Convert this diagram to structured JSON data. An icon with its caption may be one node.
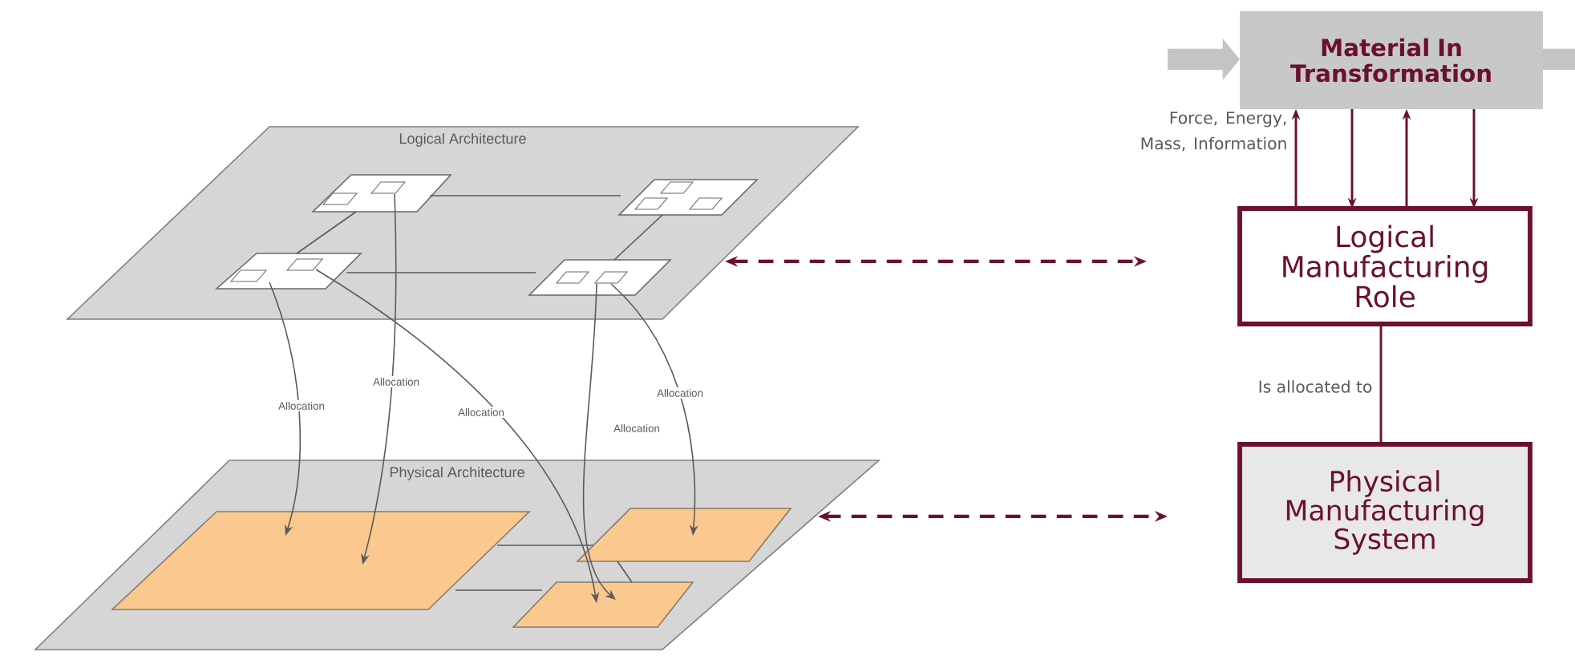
{
  "diagram": {
    "nodes": [
      {
        "text": [
          "Logical Architecture"
        ]
      },
      {
        "text": [],
        "shape": "box",
        "in": 0
      },
      {
        "text": [],
        "shape": "box",
        "in": 1
      },
      {
        "text": [],
        "shape": "box",
        "in": 1
      },
      {
        "text": [],
        "shape": "box",
        "in": 0
      },
      {
        "text": [],
        "shape": "box",
        "in": 4
      },
      {
        "text": [],
        "shape": "box",
        "in": 4
      },
      {
        "text": [],
        "shape": "box",
        "in": 4
      },
      {
        "text": [],
        "shape": "box",
        "in": 0
      },
      {
        "text": [],
        "shape": "box",
        "in": 8
      },
      {
        "text": [],
        "shape": "box",
        "in": 8
      },
      {
        "text": [],
        "shape": "box",
        "in": 0
      },
      {
        "text": [],
        "shape": "box",
        "in": 11
      },
      {
        "text": [],
        "shape": "box",
        "in": 11
      },
      {
        "text": [
          "Physical Architecture"
        ]
      },
      {
        "text": [],
        "shape": "box",
        "in": 14
      },
      {
        "text": [],
        "shape": "box",
        "in": 14
      },
      {
        "text": [],
        "shape": "box",
        "in": 14
      },
      {
        "text": [
          "Material In Transformation"
        ]
      },
      {
        "text": [
          "Logical Manufacturing Role"
        ]
      },
      {
        "text": [
          "Physical Manufacturing System"
        ]
      }
    ],
    "edges": [
      {
        "from": 1,
        "to": 4,
        "arrow": "none"
      },
      {
        "from": 1,
        "to": 8,
        "arrow": "none"
      },
      {
        "from": 8,
        "to": 11,
        "arrow": "none"
      },
      {
        "from": 4,
        "to": 11,
        "arrow": "none"
      },
      {
        "from": 9,
        "to": 15,
        "arrow": "to",
        "label": "Allocation"
      },
      {
        "from": 3,
        "to": 15,
        "arrow": "to",
        "label": "Allocation"
      },
      {
        "from": 10,
        "to": 17,
        "arrow": "to",
        "label": "Allocation"
      },
      {
        "from": 12,
        "to": 17,
        "arrow": "to",
        "label": "Allocation"
      },
      {
        "from": 13,
        "to": 16,
        "arrow": "to",
        "label": "Allocation"
      },
      {
        "from": 15,
        "to": 16,
        "arrow": "none"
      },
      {
        "from": 15,
        "to": 17,
        "arrow": "none"
      },
      {
        "from": 16,
        "to": 17,
        "arrow": "none"
      },
      {
        "from": null,
        "to": 18,
        "arrow": "to",
        "style": "thick",
        "color": "#c4c4c4"
      },
      {
        "from": 18,
        "to": null,
        "arrow": "none",
        "style": "thick",
        "color": "#c4c4c4"
      },
      {
        "from": 19,
        "to": 18,
        "arrow": "to",
        "color": "#6b1030",
        "label": "Force, Energy, Mass, Information"
      },
      {
        "from": 18,
        "to": 19,
        "arrow": "to",
        "color": "#6b1030"
      },
      {
        "from": 19,
        "to": 18,
        "arrow": "to",
        "color": "#6b1030"
      },
      {
        "from": 18,
        "to": 19,
        "arrow": "to",
        "color": "#6b1030"
      },
      {
        "from": 19,
        "to": 20,
        "arrow": "none",
        "color": "#6b1030",
        "label": "Is allocated to"
      },
      {
        "from": 0,
        "to": 19,
        "arrow": "both",
        "style": "dashed",
        "color": "#6b1030"
      },
      {
        "from": 14,
        "to": 20,
        "arrow": "both",
        "style": "dashed",
        "color": "#6b1030"
      }
    ]
  }
}
